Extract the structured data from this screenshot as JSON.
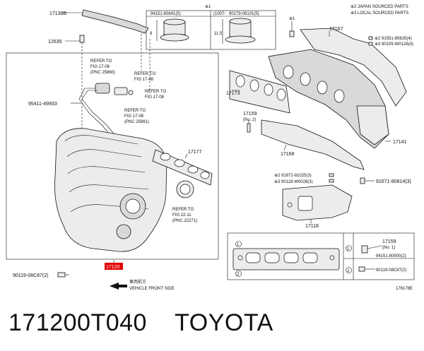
{
  "notes": {
    "japan": "※2 JAPAN SOURCED PARTS",
    "local": "※3 LOCAL SOURCED PARTS"
  },
  "table_top": {
    "mark": "※1",
    "col1": "94151-80841(5)",
    "col2a": "(1007-",
    "col2b": "90179-08101(5)",
    "dim_left": "8",
    "dim_right": "11.5"
  },
  "labels": {
    "p17138B": "17138B",
    "p12635": "12635",
    "p17167": "17167",
    "mark1_top": "※1",
    "p91551": "※2 91551-80825(4)",
    "p90105": "※3 90105-W0128(4)",
    "p17173": "17173",
    "p17159a": "17159",
    "p17159a_sub": "(No. 2)",
    "p17168": "17168",
    "p17141": "17141",
    "p17177": "17177",
    "p95411": "95411-49933",
    "p91672": "※2 91672-81025(3)",
    "p90119w": "※3 90119-W0026(3)",
    "p91671": "91671-80814(3)",
    "p17118": "17118",
    "p90119_bot": "90119-08C87(2)",
    "p17120": "17120",
    "vehicle_kanji": "車両前方",
    "vehicle_front": "VEHICLE FRONT SIDE",
    "footer_code": "176178E"
  },
  "refs": [
    {
      "line1": "REFER TO",
      "line2": "FIG 17-08",
      "line3": "(PNC 25860)"
    },
    {
      "line1": "REFER TO",
      "line2": "FIG 17-08",
      "line3": ""
    },
    {
      "line1": "REFER TO",
      "line2": "FIG 17-08",
      "line3": ""
    },
    {
      "line1": "REFER TO",
      "line2": "FIG 17-08",
      "line3": "(PNC 25861)"
    },
    {
      "line1": "REFER TO",
      "line2": "FIG 22-11",
      "line3": "(PNC 22271)"
    }
  ],
  "table_bottom": {
    "row1_num": "1",
    "row1_part": "17159",
    "row1_sub": "(No. 1)",
    "row1_bolt": "94151-80800(2)",
    "row2_num": "2",
    "row2_bolt": "90119-08C87(2)"
  },
  "footer_title": "171200T040    TOYOTA"
}
